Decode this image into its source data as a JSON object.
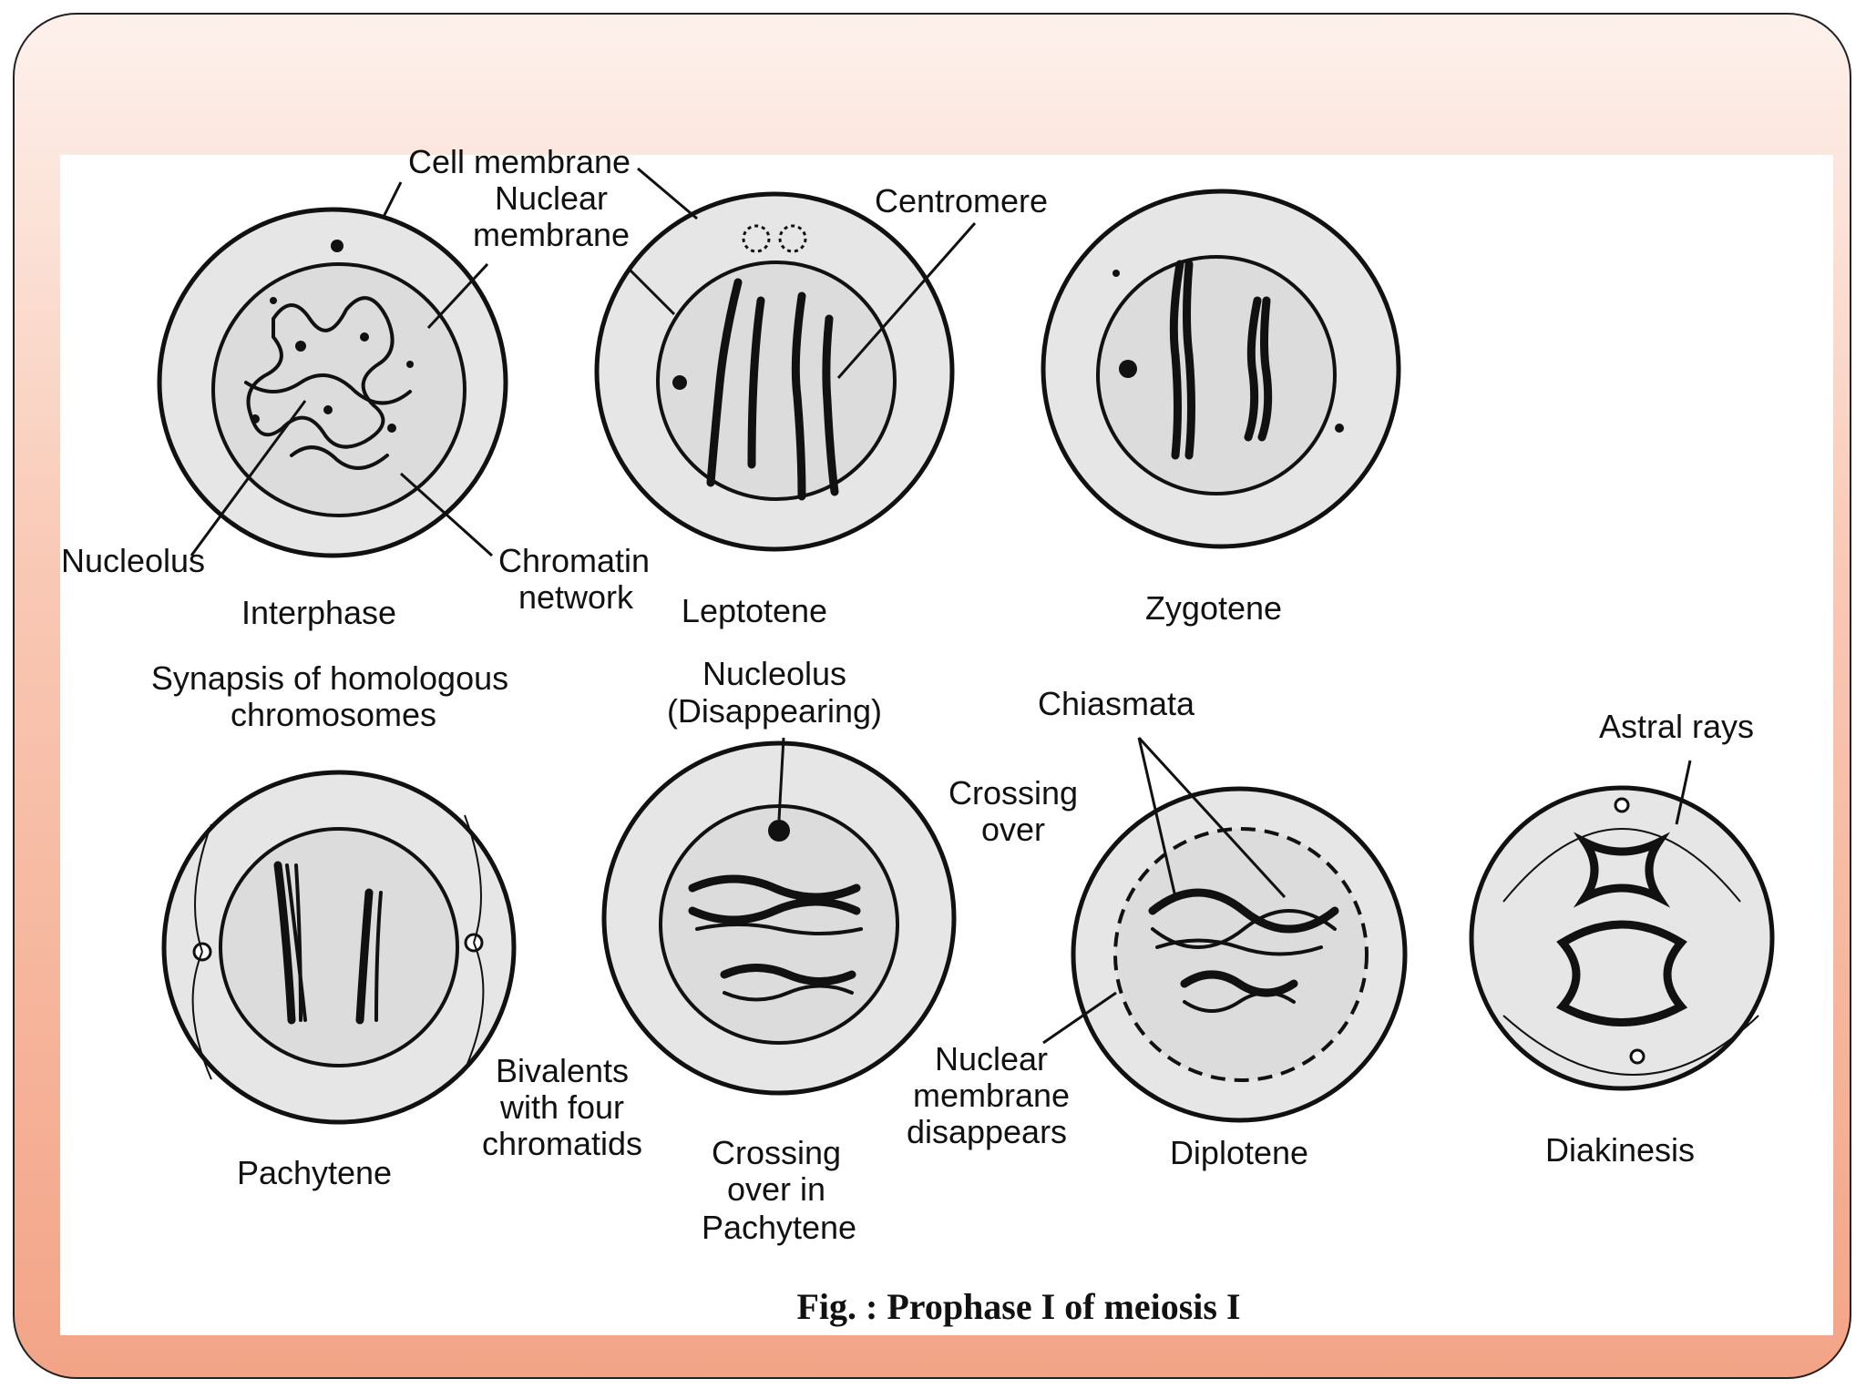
{
  "figure": {
    "caption": "Fig. : Prophase I of meiosis I",
    "stages": {
      "interphase": "Interphase",
      "leptotene": "Leptotene",
      "zygotene": "Zygotene",
      "pachytene": "Pachytene",
      "crossing_over_l1": "Crossing",
      "crossing_over_l2": "over in",
      "crossing_over_l3": "Pachytene",
      "diplotene": "Diplotene",
      "diakinesis": "Diakinesis"
    },
    "labels": {
      "cell_membrane": "Cell membrane",
      "nuclear_membrane_l1": "Nuclear",
      "nuclear_membrane_l2": "membrane",
      "centromere": "Centromere",
      "nucleolus": "Nucleolus",
      "chromatin_l1": "Chromatin",
      "chromatin_l2": "network",
      "synapsis_l1": "Synapsis of homologous",
      "synapsis_l2": "chromosomes",
      "nucleolus_dis_l1": "Nucleolus",
      "nucleolus_dis_l2": "(Disappearing)",
      "chiasmata": "Chiasmata",
      "crossing_l1": "Crossing",
      "crossing_l2": "over",
      "astral_rays": "Astral rays",
      "bivalents_l1": "Bivalents",
      "bivalents_l2": "with four",
      "bivalents_l3": "chromatids",
      "nm_dis_l1": "Nuclear",
      "nm_dis_l2": "membrane",
      "nm_dis_l3": "disappears"
    }
  }
}
